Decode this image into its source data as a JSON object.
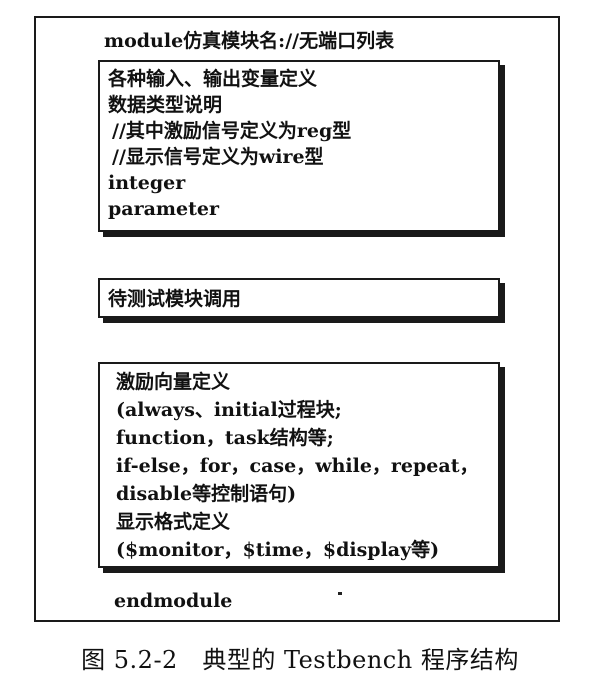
{
  "header": "module仿真模块名://无端口列表",
  "box1": {
    "lines": [
      "各种输入、输出变量定义",
      "数据类型说明",
      "//其中激励信号定义为reg型",
      "//显示信号定义为wire型",
      "integer",
      "parameter"
    ]
  },
  "box2": {
    "lines": [
      "待测试模块调用"
    ]
  },
  "box3": {
    "lines": [
      "激励向量定义",
      "(always、initial过程块;",
      "function，task结构等;",
      "if-else，for，case，while，repeat，",
      "disable等控制语句)",
      "显示格式定义",
      "($monitor，$time，$display等)"
    ]
  },
  "footer": "endmodule",
  "caption": "图 5.2-2　典型的 Testbench 程序结构"
}
